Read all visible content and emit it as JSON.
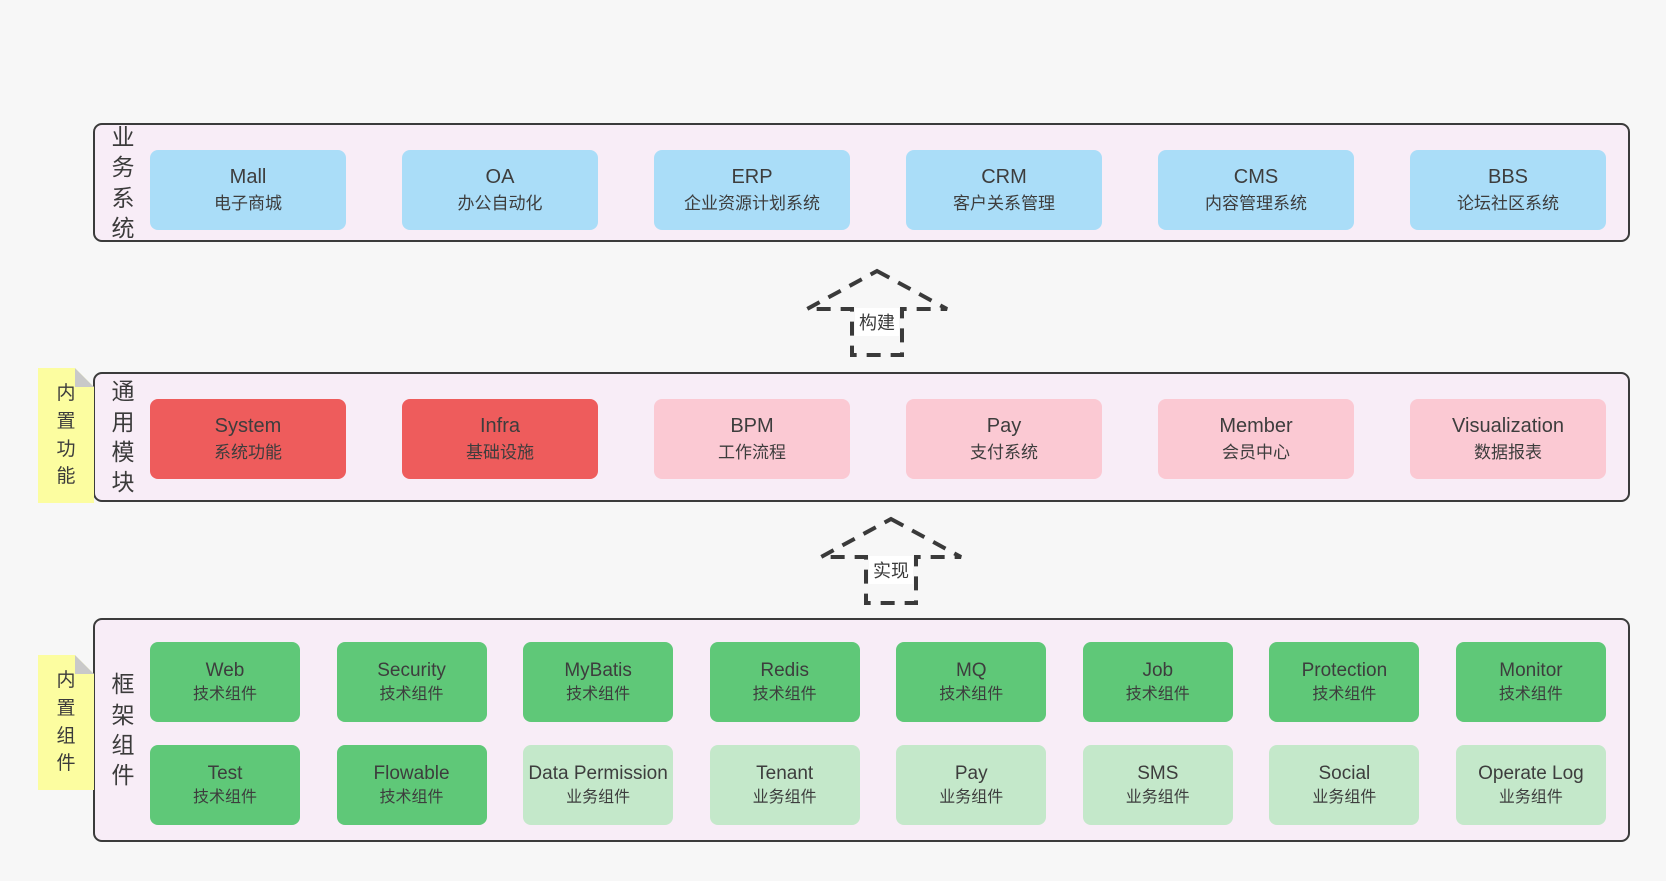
{
  "colors": {
    "page_bg": "#f7f7f7",
    "band_bg": "#f8edf7",
    "band_border": "#3b3b3b",
    "text": "#3d3d3d",
    "arrow": "#3a3a3a",
    "tab_bg": "#fcfda0",
    "tab_fold": "#c9c9c9",
    "blue": "#aaddf8",
    "red": "#ee5c5c",
    "pink": "#fbc9d3",
    "green": "#5fc878",
    "lightgreen": "#c4e8ca"
  },
  "arrows": [
    {
      "label": "构建"
    },
    {
      "label": "实现"
    }
  ],
  "bands": [
    {
      "label": "业务系统",
      "tab": null,
      "rows": [
        {
          "boxes": [
            {
              "en": "Mall",
              "cn": "电子商城",
              "type": "blue"
            },
            {
              "en": "OA",
              "cn": "办公自动化",
              "type": "blue"
            },
            {
              "en": "ERP",
              "cn": "企业资源计划系统",
              "type": "blue"
            },
            {
              "en": "CRM",
              "cn": "客户关系管理",
              "type": "blue"
            },
            {
              "en": "CMS",
              "cn": "内容管理系统",
              "type": "blue"
            },
            {
              "en": "BBS",
              "cn": "论坛社区系统",
              "type": "blue"
            }
          ]
        }
      ]
    },
    {
      "label": "通用模块",
      "tab": "内置功能",
      "rows": [
        {
          "boxes": [
            {
              "en": "System",
              "cn": "系统功能",
              "type": "red"
            },
            {
              "en": "Infra",
              "cn": "基础设施",
              "type": "red"
            },
            {
              "en": "BPM",
              "cn": "工作流程",
              "type": "pink"
            },
            {
              "en": "Pay",
              "cn": "支付系统",
              "type": "pink"
            },
            {
              "en": "Member",
              "cn": "会员中心",
              "type": "pink"
            },
            {
              "en": "Visualization",
              "cn": "数据报表",
              "type": "pink"
            }
          ]
        }
      ]
    },
    {
      "label": "框架组件",
      "tab": "内置组件",
      "rows": [
        {
          "boxes": [
            {
              "en": "Web",
              "cn": "技术组件",
              "type": "green"
            },
            {
              "en": "Security",
              "cn": "技术组件",
              "type": "green"
            },
            {
              "en": "MyBatis",
              "cn": "技术组件",
              "type": "green"
            },
            {
              "en": "Redis",
              "cn": "技术组件",
              "type": "green"
            },
            {
              "en": "MQ",
              "cn": "技术组件",
              "type": "green"
            },
            {
              "en": "Job",
              "cn": "技术组件",
              "type": "green"
            },
            {
              "en": "Protection",
              "cn": "技术组件",
              "type": "green"
            },
            {
              "en": "Monitor",
              "cn": "技术组件",
              "type": "green"
            }
          ]
        },
        {
          "boxes": [
            {
              "en": "Test",
              "cn": "技术组件",
              "type": "green"
            },
            {
              "en": "Flowable",
              "cn": "技术组件",
              "type": "green"
            },
            {
              "en": "Data Permission",
              "cn": "业务组件",
              "type": "lightgreen"
            },
            {
              "en": "Tenant",
              "cn": "业务组件",
              "type": "lightgreen"
            },
            {
              "en": "Pay",
              "cn": "业务组件",
              "type": "lightgreen"
            },
            {
              "en": "SMS",
              "cn": "业务组件",
              "type": "lightgreen"
            },
            {
              "en": "Social",
              "cn": "业务组件",
              "type": "lightgreen"
            },
            {
              "en": "Operate Log",
              "cn": "业务组件",
              "type": "lightgreen"
            }
          ]
        }
      ]
    }
  ]
}
